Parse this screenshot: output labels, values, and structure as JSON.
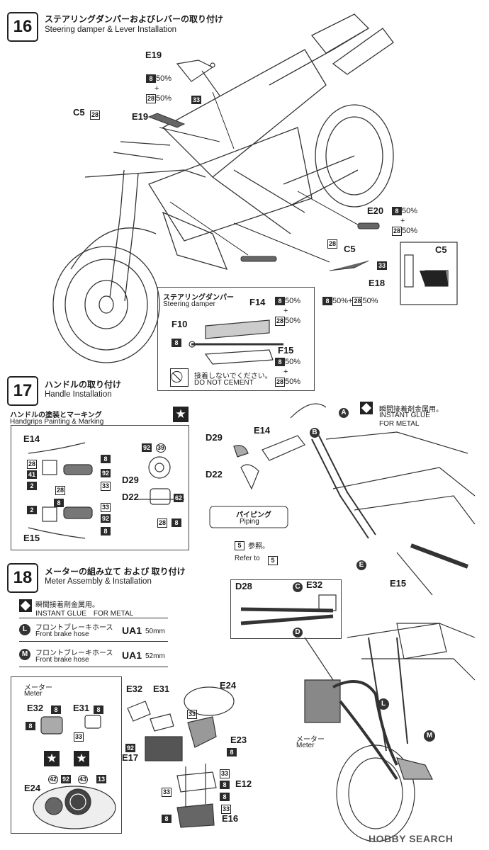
{
  "step16": {
    "num": "16",
    "title_jp": "ステアリングダンパーおよびレバーの取り付け",
    "title_en": "Steering damper & Lever Installation",
    "parts": {
      "e19a": "E19",
      "c5": "C5",
      "n28": "28",
      "e19b": "E19",
      "e20": "E20",
      "c5b": "C5",
      "n28b": "28",
      "e18": "E18",
      "n33": "33",
      "n8": "8",
      "c5box": "C5"
    },
    "mix_e19": {
      "a": "8",
      "ap": "50%",
      "plus": "+",
      "b": "28",
      "bp": "50%",
      "c": "33"
    },
    "mix_e20": {
      "a": "8",
      "ap": "50%",
      "plus": "+",
      "b": "28",
      "bp": "50%"
    },
    "mix_e18": {
      "a": "8",
      "ap": "50%",
      "plus": "+",
      "b": "28",
      "bp": "50%",
      "c": "33"
    },
    "damper_box": {
      "title_jp": "ステアリングダンパー",
      "title_en": "Steering damper",
      "f14": "F14",
      "f10": "F10",
      "f15": "F15",
      "mix_f14": {
        "a": "8",
        "ap": "50%",
        "plus": "+",
        "b": "28",
        "bp": "50%"
      },
      "mix_f15": {
        "a": "8",
        "ap": "50%",
        "plus": "+",
        "b": "28",
        "bp": "50%"
      },
      "n8": "8",
      "note_jp": "接着しないでください。",
      "note_en": "DO NOT CEMENT"
    }
  },
  "step17": {
    "num": "17",
    "title_jp": "ハンドルの取り付け",
    "title_en": "Handle Installation",
    "grips_jp": "ハンドルの塗装とマーキング",
    "grips_en": "Handgrips Painting & Marking",
    "labels": {
      "e14": "E14",
      "e15": "E15",
      "d29": "D29",
      "d22": "D22",
      "n8a": "8",
      "n28a": "28",
      "n41": "41",
      "n92a": "92",
      "n2a": "2",
      "n33a": "33",
      "n28b": "28",
      "n8b": "8",
      "n2b": "2",
      "n33b": "33",
      "n92b": "92",
      "n8c": "8",
      "n92c": "92",
      "n39": "39",
      "n62": "62",
      "n28c": "28",
      "n8d": "8"
    },
    "right": {
      "d29": "D29",
      "e14": "E14",
      "d22": "D22",
      "a": "A",
      "b": "B",
      "e": "E",
      "e15": "E15",
      "glue_jp": "瞬間接着剤金属用。",
      "glue_en1": "INSTANT GLUE",
      "glue_en2": "FOR METAL",
      "piping_jp": "パイピング",
      "piping_en": "Piping",
      "ref_num": "5",
      "ref_jp": "参照。",
      "ref_en": "Refer to",
      "ref_num2": "5"
    }
  },
  "step18": {
    "num": "18",
    "title_jp": "メーターの組み立て および 取り付け",
    "title_en": "Meter Assembly & Installation",
    "glue_jp": "瞬間接着剤金属用。",
    "glue_en": "INSTANT GLUE　FOR METAL",
    "hose_l": {
      "key": "L",
      "jp": "フロントブレーキホース",
      "en": "Front brake hose",
      "part": "UA1",
      "len": "50mm"
    },
    "hose_m": {
      "key": "M",
      "jp": "フロントブレーキホース",
      "en": "Front brake hose",
      "part": "UA1",
      "len": "52mm"
    },
    "meter_box": {
      "meter_jp": "メーター",
      "meter_en": "Meter",
      "e32": "E32",
      "e31": "E31",
      "n8a": "8",
      "n8b": "8",
      "n8c": "8",
      "n33": "33",
      "e24": "E24",
      "n42": "42",
      "n92": "92",
      "n43": "43",
      "n13": "13"
    },
    "assembly": {
      "e32": "E32",
      "e31": "E31",
      "e24": "E24",
      "e23": "E23",
      "e17": "E17",
      "e12": "E12",
      "e16": "E16",
      "n33a": "33",
      "n8a": "8",
      "n92": "92",
      "n33b": "33",
      "n8b": "8",
      "n33c": "33",
      "n8c": "8",
      "n8d": "8",
      "n33d": "33"
    },
    "right": {
      "d28": "D28",
      "c": "C",
      "e32": "E32",
      "d": "D",
      "l": "L",
      "m": "M",
      "meter_jp": "メーター",
      "meter_en": "Meter"
    }
  },
  "watermark": "HOBBY SEARCH"
}
